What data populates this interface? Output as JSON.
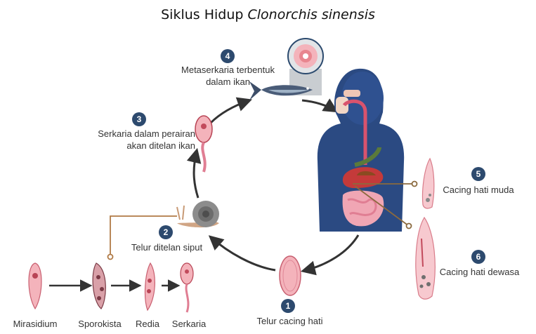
{
  "title": {
    "plain": "Siklus Hidup ",
    "italic": "Clonorchis sinensis"
  },
  "steps": [
    {
      "number": "1",
      "label": "Telur cacing hati"
    },
    {
      "number": "2",
      "label": "Telur ditelan siput"
    },
    {
      "number": "3",
      "label_line1": "Serkaria dalam perairan",
      "label_line2": "akan ditelan ikan"
    },
    {
      "number": "4",
      "label_line1": "Metaserkaria terbentuk",
      "label_line2": "dalam ikan"
    },
    {
      "number": "5",
      "label": "Cacing hati muda"
    },
    {
      "number": "6",
      "label": "Cacing hati dewasa"
    }
  ],
  "stages": [
    "Mirasidium",
    "Sporokista",
    "Redia",
    "Serkaria"
  ],
  "colors": {
    "badge": "#2d4a6e",
    "arrow": "#333333",
    "body": "#2b4a82",
    "pointer": "#b07a45",
    "worm": "#e9a1a8"
  }
}
